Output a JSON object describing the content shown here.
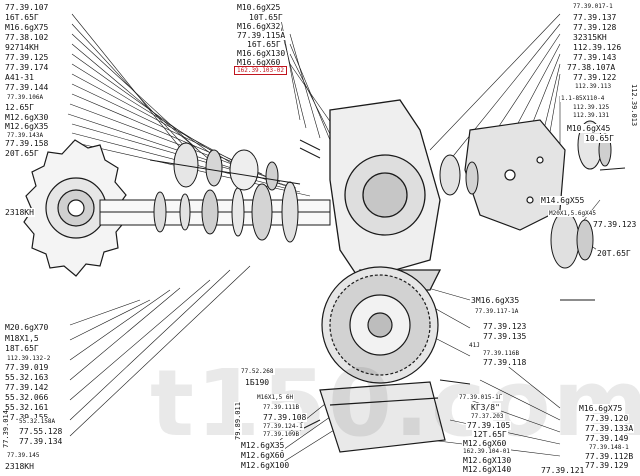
{
  "labels_left": [
    "77.39.107",
    "16T.65Г",
    "M16.6gX75",
    "77.38.102",
    "92714KH",
    "77.39.125",
    "77.39.174",
    "A41-31",
    "77.39.144",
    "77.39.106A",
    "12.65Г",
    "M12.6gX30",
    "M12.6gX35",
    "77.39.143A",
    "77.39.158",
    "20T.65Г"
  ],
  "label_left_bolt": "2318KH",
  "labels_left_bottom": [
    "M20.6gX70",
    "M18X1,5",
    "18T.65Г",
    "112.39.132-2",
    "77.39.019",
    "55.32.163",
    "77.39.142",
    "55.32.066",
    "55.32.161",
    "77.39.155",
    "55.32.158A",
    "77.55.128",
    "77.39.134",
    "77.39.145",
    "2318KH"
  ],
  "labels_top_center": [
    "M10.6gX25",
    "10T.65Г",
    "M16.6gX32",
    "77.39.115A",
    "16T.65Г",
    "M16.6gX130",
    "M16.6gX60"
  ],
  "label_highlight": "162.39.103-02",
  "labels_right": [
    "77.39.017-1",
    "77.39.137",
    "77.39.128",
    "32315KH",
    "112.39.126",
    "77.39.143",
    "77.38.107A",
    "77.39.122",
    "112.39.113"
  ],
  "labels_right_mid": [
    "1.1-85X110-4",
    "112.39.125",
    "112.39.131",
    "M10.6gX45",
    "10.65Г"
  ],
  "labels_right_lower": [
    "M14.6gX55",
    "M20X1,5.6gX45",
    "77.39.123",
    "20T.65Г"
  ],
  "labels_center_lower": [
    "3M16.6gX35",
    "77.39.117-1A",
    "77.39.123",
    "77.39.135",
    "41J",
    "77.39.116B",
    "77.39.118"
  ],
  "labels_bottom_center": [
    "77.52.268",
    "1Б190",
    "M16X1,5 6H",
    "77.39.111B",
    "77.39.108",
    "77.39.124-1",
    "77.39.109B",
    "M12.6gX35",
    "M12.6gX60",
    "M12.6gX100"
  ],
  "labels_bottom_right_inner": [
    "77.39.015-1Г",
    "KГ3/8\"",
    "77.37.203",
    "77.39.105",
    "12T.65Г",
    "M12.6gX60",
    "162.39.104-01",
    "M12.6gX130",
    "M12.6gX140"
  ],
  "labels_bottom_right": [
    "M16.6gX75",
    "77.39.120",
    "77.39.133A",
    "77.39.149",
    "77.39.148-1",
    "77.39.112B",
    "77.39.129",
    "77.39.121"
  ],
  "vertical_labels": [
    "77.39.014",
    "79.89.011",
    "112.39.013"
  ],
  "watermark": "t150.com.ua"
}
